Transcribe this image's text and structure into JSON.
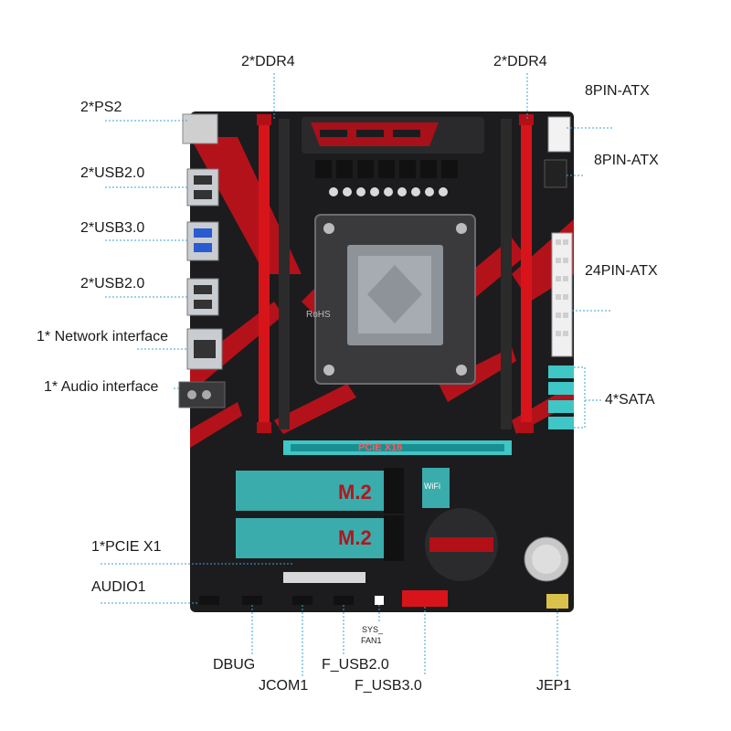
{
  "labels": {
    "ddr4_left": "2*DDR4",
    "ddr4_right": "2*DDR4",
    "ps2": "2*PS2",
    "usb20_a": "2*USB2.0",
    "usb30": "2*USB3.0",
    "usb20_b": "2*USB2.0",
    "network": "1* Network interface",
    "audio_if": "1* Audio interface",
    "atx8_a": "8PIN-ATX",
    "atx8_b": "8PIN-ATX",
    "atx24": "24PIN-ATX",
    "sata": "4*SATA",
    "pcie_x1": "1*PCIE X1",
    "audio1": "AUDIO1",
    "dbug": "DBUG",
    "jcom1": "JCOM1",
    "f_usb20": "F_USB2.0",
    "f_usb30": "F_USB3.0",
    "sys_fan1_a": "SYS_",
    "sys_fan1_b": "FAN1",
    "jep1": "JEP1"
  },
  "board": {
    "pcie_label": "PCIE X16",
    "m2_a": "M.2",
    "m2_b": "M.2",
    "wifi": "WiFi",
    "rohs": "RoHS"
  },
  "colors": {
    "pcb": "#1c1c1e",
    "accent_red": "#d8141b",
    "cyan_slot": "#3fc6c6",
    "leader": "#3aa3d6"
  }
}
